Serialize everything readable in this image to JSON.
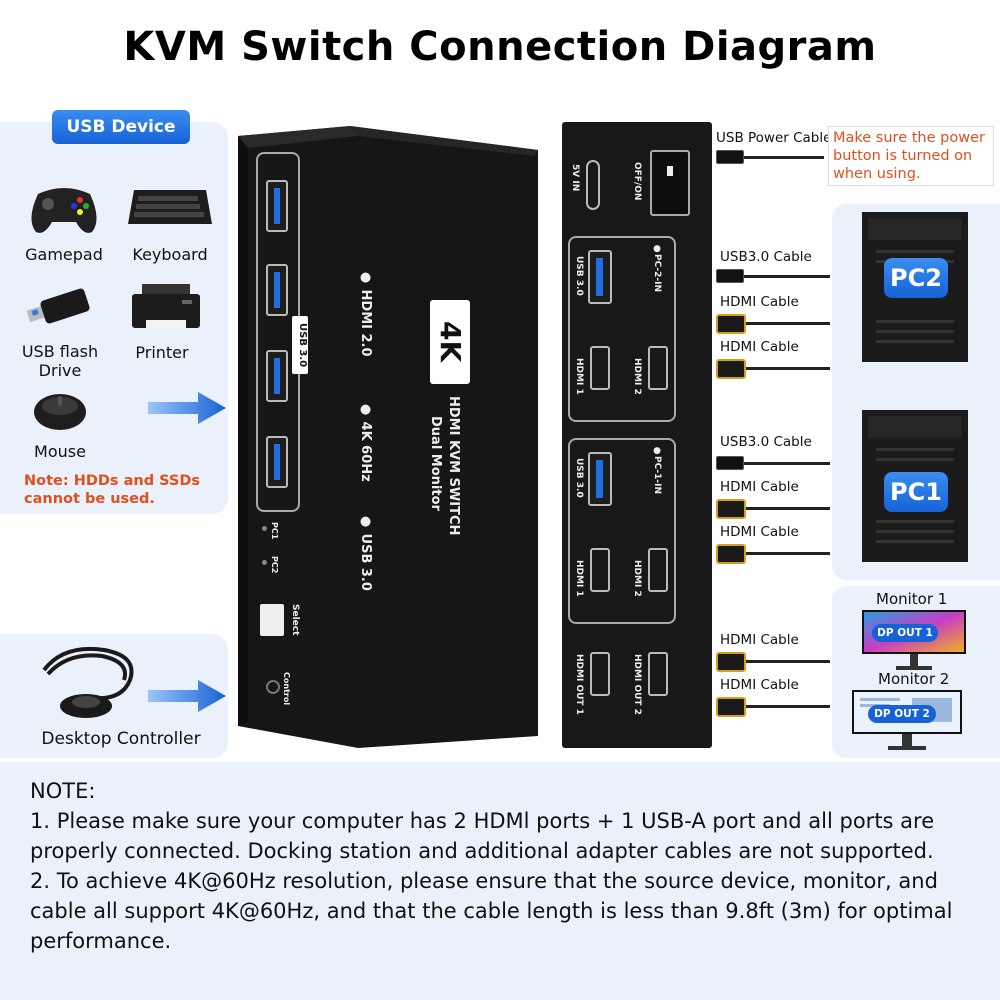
{
  "title": "KVM Switch Connection Diagram",
  "usb_device_badge": "USB Device",
  "usb_devices": {
    "gamepad": "Gamepad",
    "keyboard": "Keyboard",
    "usb_flash": "USB flash Drive",
    "printer": "Printer",
    "mouse": "Mouse"
  },
  "note_hdd": "Note: HDDs and SSDs cannot be used.",
  "desktop_controller": "Desktop Controller",
  "front": {
    "usb30": "USB 3.0",
    "badge_4k": "4K",
    "line1": "● HDMI 2.0",
    "line2": "● 4K 60Hz",
    "line3": "● USB 3.0",
    "model1": "HDMI KVM SWITCH",
    "model2": "Dual Monitor",
    "pc1": "PC1",
    "pc2": "PC2",
    "select": "Select",
    "control": "Control"
  },
  "rear": {
    "dc_in": "5V IN",
    "power": "OFF/ON",
    "pc2_in": "●PC-2-IN",
    "pc1_in": "●PC-1-IN",
    "usb30": "USB 3.0",
    "hdmi1": "HDMI 1",
    "hdmi2": "HDMI 2",
    "out1": "HDMI OUT 1",
    "out2": "HDMI OUT 2"
  },
  "cables": {
    "usb_power": "USB Power Cable",
    "usb30": "USB3.0 Cable",
    "hdmi": "HDMI Cable"
  },
  "power_note": "Make sure the power button is turned on when using.",
  "pcs": {
    "pc2": "PC2",
    "pc1": "PC1"
  },
  "monitors": {
    "m1": "Monitor 1",
    "m1_screen": "DP OUT 1",
    "m2": "Monitor 2",
    "m2_screen": "DP OUT 2"
  },
  "notes": {
    "heading": "NOTE:",
    "n1": "1. Please make sure your computer has 2 HDMl ports + 1 USB-A port and all ports are properly connected. Docking station and additional adapter cables are not supported.",
    "n2": "2. To achieve 4K@60Hz resolution, please ensure that the source device, monitor, and cable all support 4K@60Hz, and that the cable length is less than 9.8ft (3m) for optimal performance."
  },
  "colors": {
    "accent_blue": "#1f6fe0",
    "warning": "#e0501e",
    "panel": "#eaf1fb"
  }
}
